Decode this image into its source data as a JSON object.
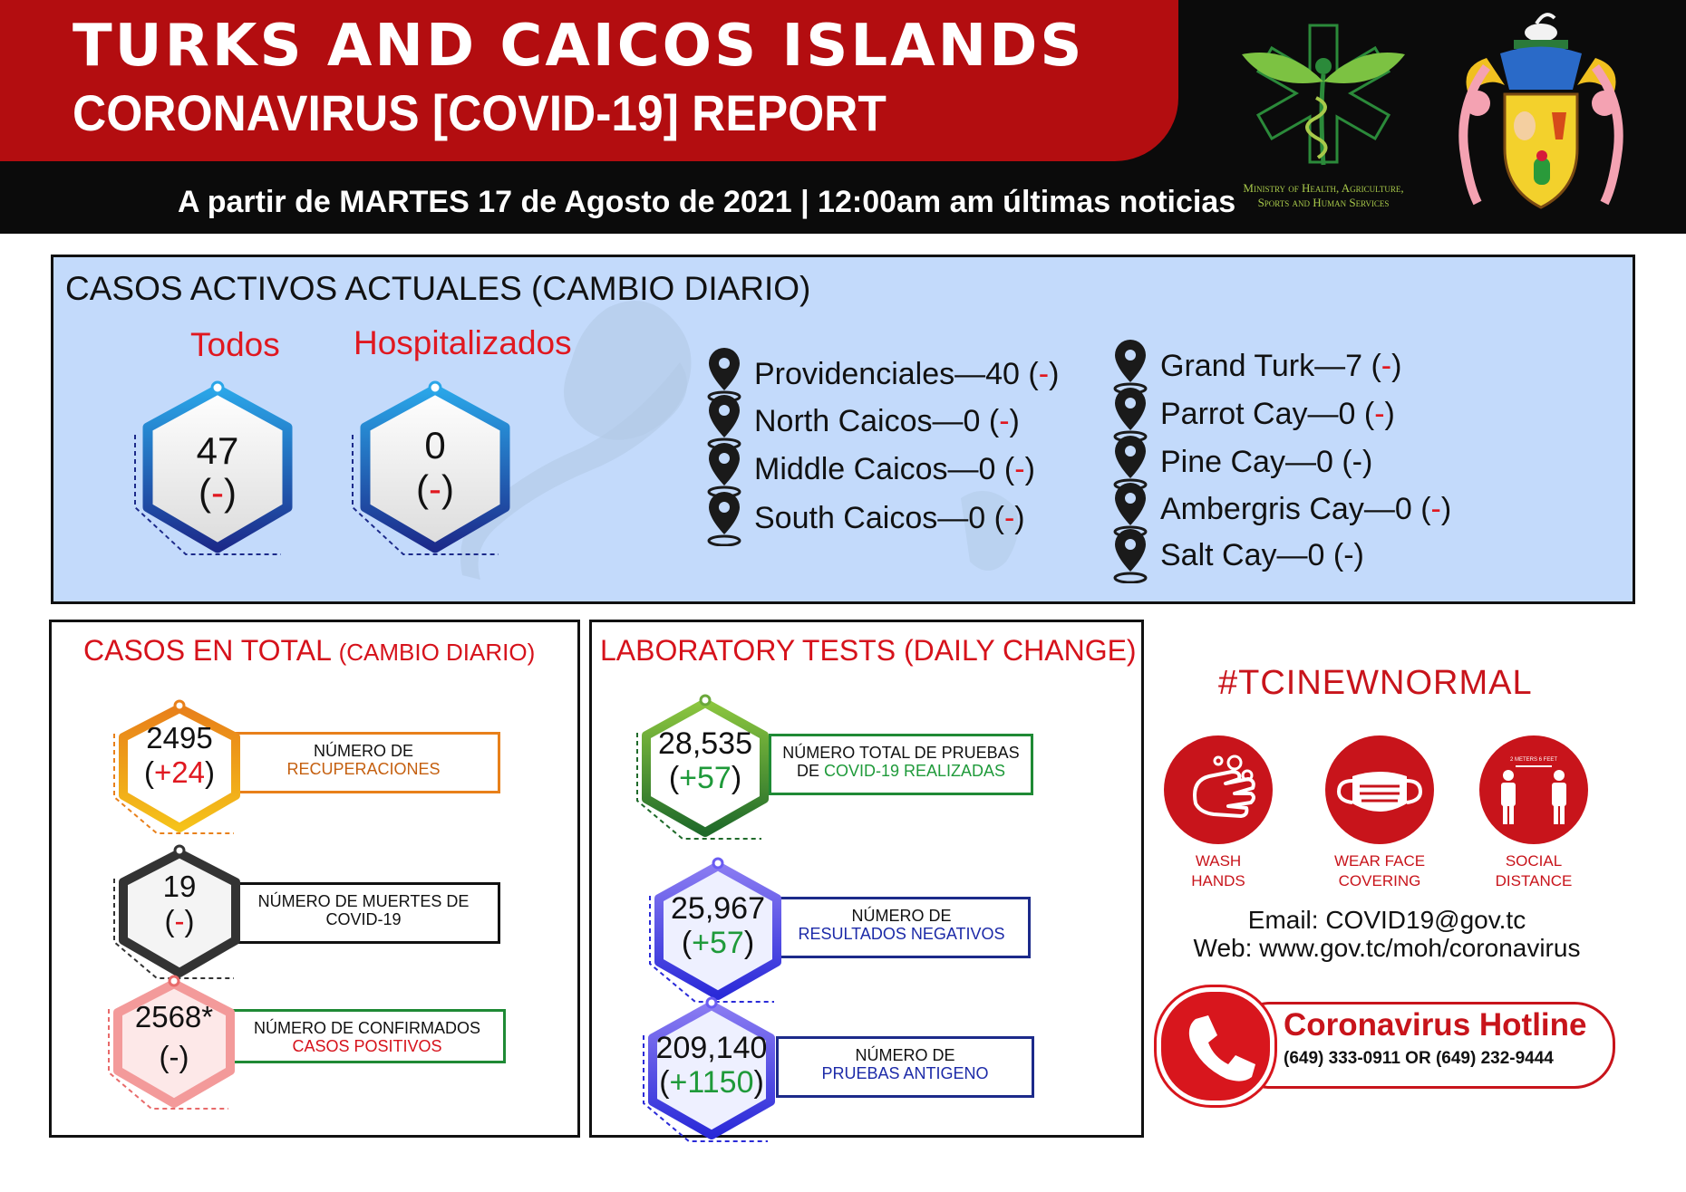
{
  "header": {
    "title": "TURKS AND CAICOS ISLANDS",
    "subtitle": "CORONAVIRUS [COVID-19] REPORT",
    "date_line": "A partir de MARTES 17 de Agosto de 2021 | 12:00am am últimas noticias",
    "ministry_line1": "Ministry of Health, Agriculture,",
    "ministry_line2": "Sports and Human Services"
  },
  "active": {
    "title": "CASOS ACTIVOS ACTUALES (CAMBIO DIARIO)",
    "all_label": "Todos",
    "all_value": "47",
    "all_change": "-",
    "hosp_label": "Hospitalizados",
    "hosp_value": "0",
    "hosp_change": "-",
    "locations_left": [
      {
        "name": "Providenciales",
        "value": "40",
        "change": "-"
      },
      {
        "name": "North Caicos",
        "value": "0",
        "change": "-"
      },
      {
        "name": "Middle Caicos",
        "value": "0",
        "change": "-"
      },
      {
        "name": "South Caicos",
        "value": "0",
        "change": "-"
      }
    ],
    "locations_right": [
      {
        "name": "Grand Turk",
        "value": "7",
        "change": "-"
      },
      {
        "name": "Parrot Cay",
        "value": "0",
        "change": "-"
      },
      {
        "name": "Pine Cay",
        "value": "0",
        "change": "-"
      },
      {
        "name": "Ambergris Cay",
        "value": "0",
        "change": "-"
      },
      {
        "name": "Salt Cay",
        "value": "0",
        "change": "-"
      }
    ]
  },
  "totals": {
    "title": "CASOS EN TOTAL",
    "title_small": "(CAMBIO DIARIO)",
    "recoveries": {
      "value": "2495",
      "change": "+24",
      "line1": "NÚMERO DE",
      "line2": "RECUPERACIONES"
    },
    "deaths": {
      "value": "19",
      "change": "-",
      "line1": "NÚMERO DE MUERTES DE",
      "line2": "COVID-19"
    },
    "confirmed": {
      "value": "2568*",
      "change": "-",
      "line1": "NÚMERO DE CONFIRMADOS",
      "line2": "CASOS POSITIVOS"
    }
  },
  "lab": {
    "title": "LABORATORY TESTS (DAILY CHANGE)",
    "total_tests": {
      "value": "28,535",
      "change": "+57",
      "line1": "NÚMERO TOTAL DE PRUEBAS",
      "line2a": "DE ",
      "line2b": "COVID-19 REALIZADAS"
    },
    "negatives": {
      "value": "25,967",
      "change": "+57",
      "line1": "NÚMERO DE",
      "line2": "RESULTADOS NEGATIVOS"
    },
    "antigen": {
      "value": "209,140",
      "change": "+1150",
      "line1": "NÚMERO DE",
      "line2": "PRUEBAS ANTIGENO"
    }
  },
  "side": {
    "hashtag": "#TCINEWNORMAL",
    "icons": [
      {
        "line1": "WASH",
        "line2": "HANDS",
        "icon": "wash-hands-icon"
      },
      {
        "line1": "WEAR FACE",
        "line2": "COVERING",
        "icon": "face-mask-icon"
      },
      {
        "line1": "SOCIAL",
        "line2": "DISTANCE",
        "icon": "social-distance-icon"
      }
    ],
    "distance_note": "2 METERS 6 FEET",
    "email": "Email: COVID19@gov.tc",
    "web": "Web: www.gov.tc/moh/coronavirus",
    "hotline_title": "Coronavirus Hotline",
    "hotline_numbers": "(649) 333-0911 OR (649) 232-9444"
  },
  "colors": {
    "header_red": "#b30d10",
    "accent_red": "#e01820",
    "panel_blue": "#c3dafb",
    "orange": "#e8801a",
    "green": "#1f8a35",
    "navy": "#1c2a8a",
    "pink": "#e86a6a"
  }
}
